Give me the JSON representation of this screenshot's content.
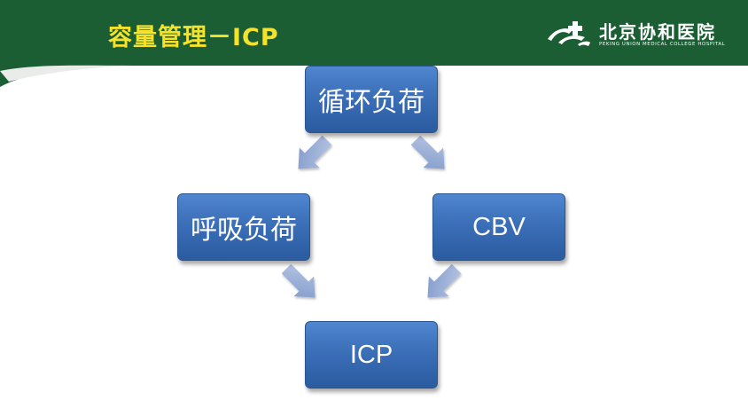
{
  "slide": {
    "title": "容量管理－ICP",
    "logo": {
      "name_cn": "北京协和医院",
      "name_en": "PEKING UNION MEDICAL COLLEGE HOSPITAL"
    },
    "colors": {
      "header_green": "#1b5e34",
      "title_yellow": "#f5e22a",
      "box_blue": "#3b6fb8",
      "arrow_blue": "#9cb0d6"
    }
  },
  "diagram": {
    "nodes": {
      "top": "循环负荷",
      "left": "呼吸负荷",
      "right": "CBV",
      "bottom": "ICP"
    },
    "edges": [
      {
        "from": "循环负荷",
        "to": "呼吸负荷"
      },
      {
        "from": "循环负荷",
        "to": "CBV"
      },
      {
        "from": "呼吸负荷",
        "to": "ICP"
      },
      {
        "from": "CBV",
        "to": "ICP"
      }
    ]
  }
}
